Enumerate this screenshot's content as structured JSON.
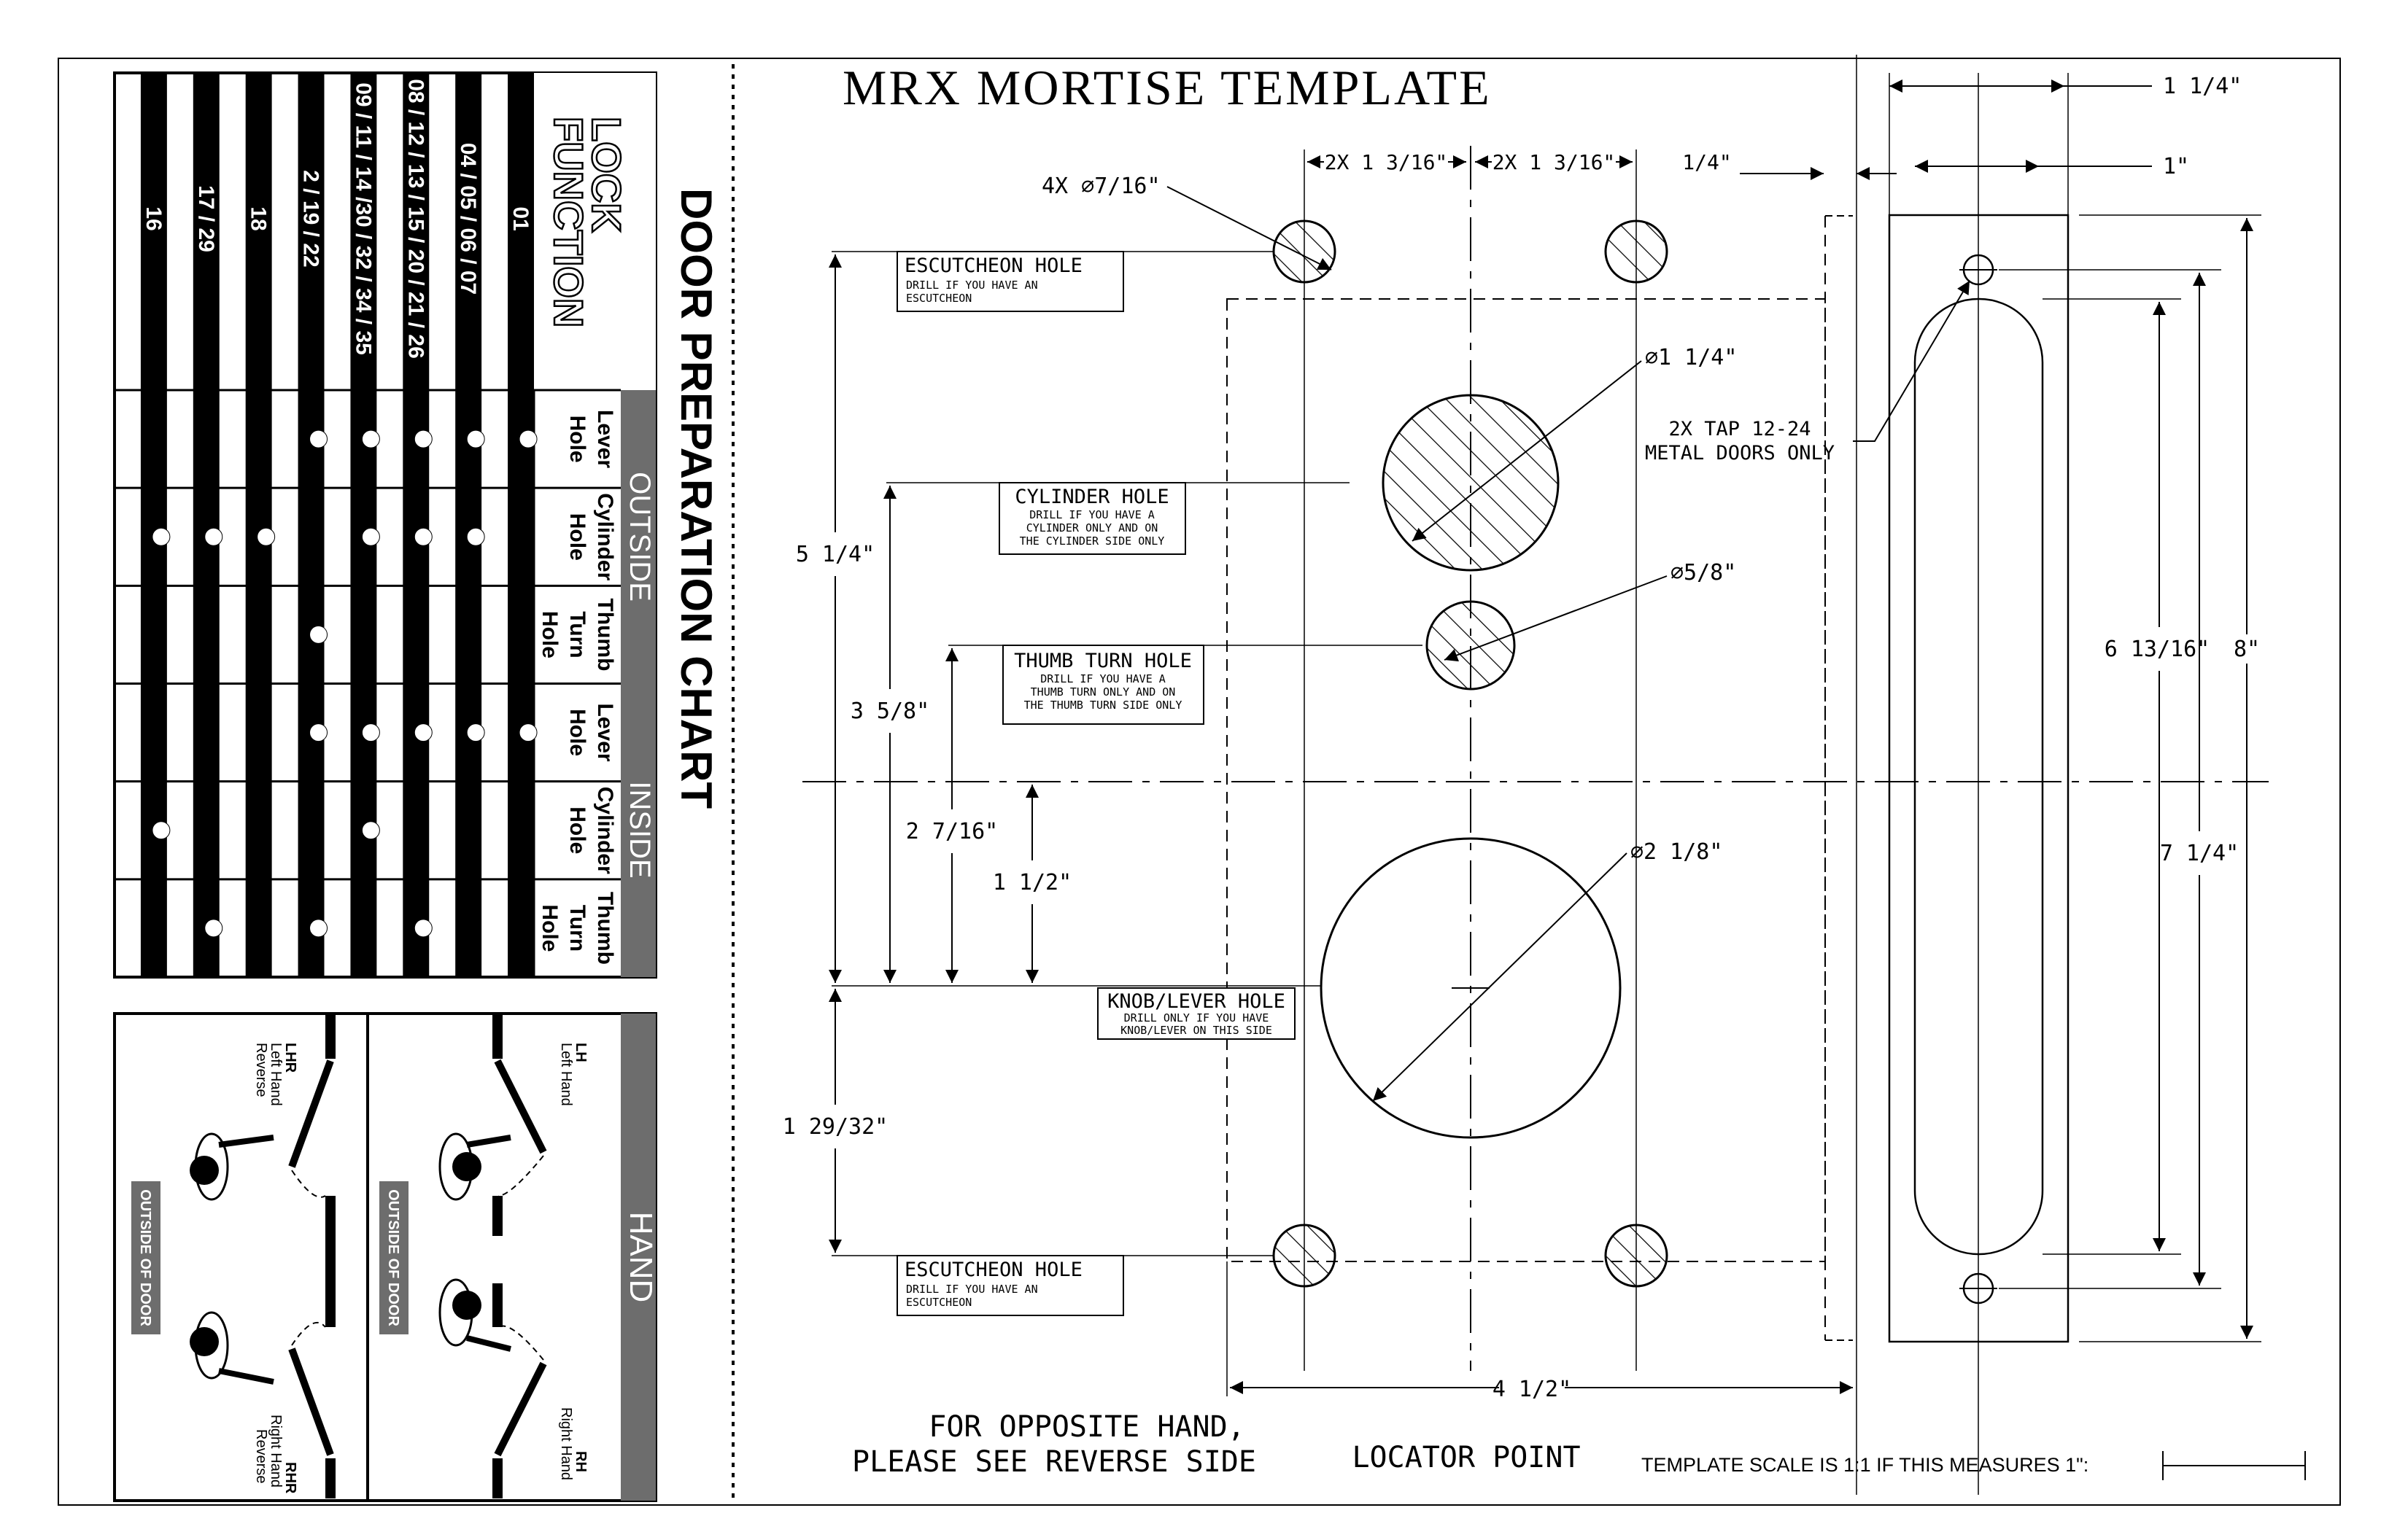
{
  "chart": {
    "title": "DOOR PREPARATION CHART",
    "lock_function_line1": "LOCK",
    "lock_function_line2": "FUNCTION",
    "group_outside": "OUTSIDE",
    "group_inside": "INSIDE",
    "columns": [
      {
        "l1": "Lever",
        "l2": "Hole",
        "l3": ""
      },
      {
        "l1": "Cylinder",
        "l2": "Hole",
        "l3": ""
      },
      {
        "l1": "Thumb",
        "l2": "Turn",
        "l3": "Hole"
      },
      {
        "l1": "Lever",
        "l2": "Hole",
        "l3": ""
      },
      {
        "l1": "Cylinder",
        "l2": "Hole",
        "l3": ""
      },
      {
        "l1": "Thumb",
        "l2": "Turn",
        "l3": "Hole"
      }
    ],
    "rows": [
      {
        "label": "01",
        "dots": [
          1,
          0,
          0,
          1,
          0,
          0
        ]
      },
      {
        "label": "04 / 05 / 06 / 07",
        "dots": [
          1,
          1,
          0,
          1,
          0,
          0
        ]
      },
      {
        "label": "08 / 12 / 13 / 15 / 20 / 21 / 26",
        "dots": [
          1,
          1,
          0,
          1,
          0,
          1
        ]
      },
      {
        "label": "09 / 11 / 14 /30 / 32 / 34 / 35",
        "dots": [
          1,
          1,
          0,
          1,
          1,
          0
        ]
      },
      {
        "label": "2 / 19 / 22",
        "dots": [
          1,
          0,
          1,
          1,
          0,
          1
        ]
      },
      {
        "label": "18",
        "dots": [
          0,
          1,
          0,
          0,
          0,
          0
        ]
      },
      {
        "label": "17 / 29",
        "dots": [
          0,
          1,
          0,
          0,
          0,
          1
        ]
      },
      {
        "label": "16",
        "dots": [
          0,
          1,
          0,
          0,
          1,
          0
        ]
      }
    ]
  },
  "hand": {
    "title": "HAND",
    "outside_of_door": "OUTSIDE OF DOOR",
    "lh": {
      "abbr": "LH",
      "name": "Left Hand"
    },
    "rh": {
      "abbr": "RH",
      "name": "Right Hand"
    },
    "lhr": {
      "abbr": "LHR",
      "name1": "Left Hand",
      "name2": "Reverse"
    },
    "rhr": {
      "abbr": "RHR",
      "name1": "Right Hand",
      "name2": "Reverse"
    }
  },
  "template": {
    "title": "MRX MORTISE TEMPLATE",
    "escutcheon_title": "ESCUTCHEON HOLE",
    "escutcheon_note1": "DRILL IF YOU HAVE AN",
    "escutcheon_note2": "ESCUTCHEON",
    "cylinder_title": "CYLINDER HOLE",
    "cylinder_note1": "DRILL IF YOU HAVE A",
    "cylinder_note2": "CYLINDER ONLY AND ON",
    "cylinder_note3": "THE CYLINDER SIDE ONLY",
    "thumb_title": "THUMB TURN HOLE",
    "thumb_note1": "DRILL IF YOU HAVE A",
    "thumb_note2": "THUMB TURN ONLY AND ON",
    "thumb_note3": "THE THUMB TURN SIDE ONLY",
    "knob_title": "KNOB/LEVER HOLE",
    "knob_note1": "DRILL ONLY IF YOU HAVE",
    "knob_note2": "KNOB/LEVER ON THIS SIDE",
    "tap_line1": "2X TAP 12-24",
    "tap_line2": "METAL DOORS ONLY",
    "opposite_line1": "FOR OPPOSITE HAND,",
    "opposite_line2": "PLEASE SEE REVERSE SIDE",
    "locator": "LOCATOR POINT",
    "scale_note": "TEMPLATE SCALE IS 1:1 IF THIS MEASURES 1\":",
    "dims": {
      "esc_holes": "4X ⌀7/16\"",
      "spacing_a": "2X 1 3/16\"",
      "spacing_b": "2X 1 3/16\"",
      "quarter": "1/4\"",
      "top_1_1_4": "1 1/4\"",
      "top_1": "1\"",
      "cyl_dia": "⌀1 1/4\"",
      "thumb_dia": "⌀5/8\"",
      "knob_dia": "⌀2 1/8\"",
      "h_5_1_4": "5 1/4\"",
      "h_3_5_8": "3 5/8\"",
      "h_2_7_16": "2 7/16\"",
      "h_1_1_2": "1 1/2\"",
      "h_1_29_32": "1 29/32\"",
      "w_4_1_2": "4 1/2\"",
      "r_6_13_16": "6 13/16\"",
      "r_7_1_4": "7 1/4\"",
      "r_8": "8\""
    }
  }
}
